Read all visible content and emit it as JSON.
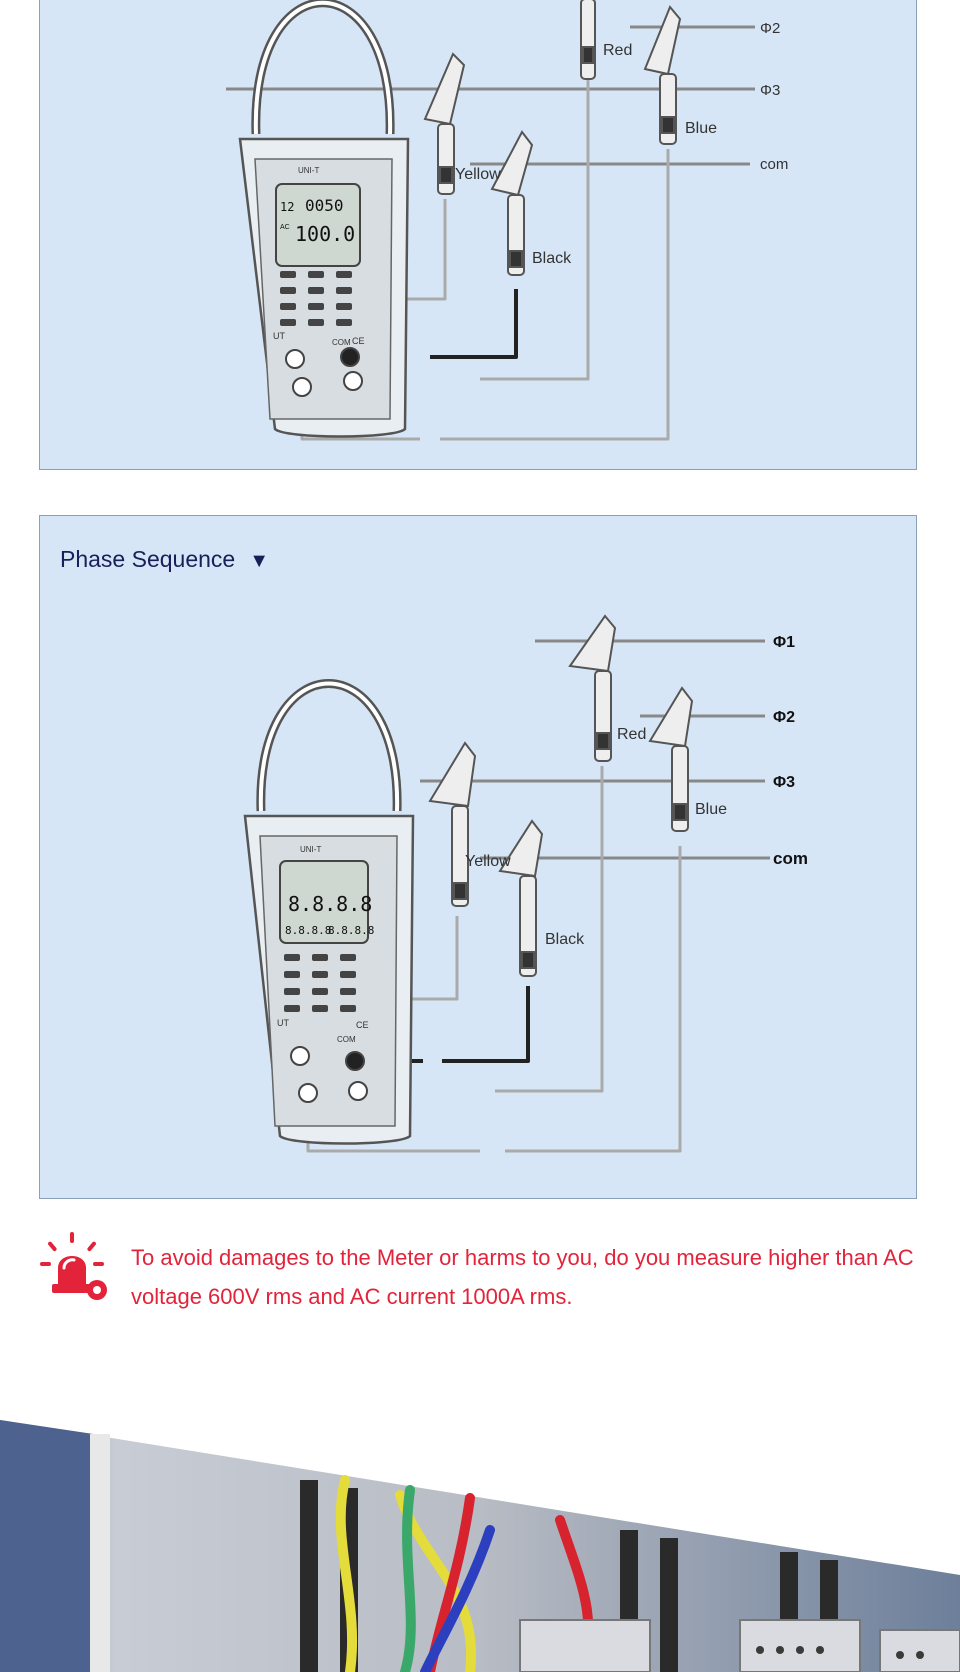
{
  "diagram_top": {
    "phase_labels": [
      "Φ2",
      "Φ3",
      "com"
    ],
    "wire_labels": {
      "red": "Red",
      "blue": "Blue",
      "yellow": "Yellow",
      "black": "Black"
    },
    "meter": {
      "brand": "UNI-T",
      "lcd_upper": "0050",
      "lcd_main": "100.0",
      "lcd_small": "12",
      "lcd_ac": "AC",
      "jack_label": "COM",
      "model_partial": "UT",
      "ce_mark": "CE"
    }
  },
  "diagram_bottom": {
    "title": "Phase Sequence",
    "title_marker": "▼",
    "phase_labels": [
      "Φ1",
      "Φ2",
      "Φ3",
      "com"
    ],
    "wire_labels": {
      "red": "Red",
      "blue": "Blue",
      "yellow": "Yellow",
      "black": "Black"
    },
    "meter": {
      "brand": "UNI-T",
      "lcd_main": "8.8.8.8",
      "lcd_sub_left": "8.8.8.8",
      "lcd_sub_right": "8.8.8.8",
      "jack_label": "COM",
      "model_partial": "UT",
      "ce_mark": "CE"
    }
  },
  "warning": {
    "icon": "siren-gear-icon",
    "text": "To avoid damages to the Meter or harms to you, do you measure higher than AC voltage 600V rms and AC current 1000A rms."
  },
  "colors": {
    "panel_bg": "#d6e6f6",
    "warning_red": "#e2233a",
    "title_navy": "#1a1f5a"
  }
}
